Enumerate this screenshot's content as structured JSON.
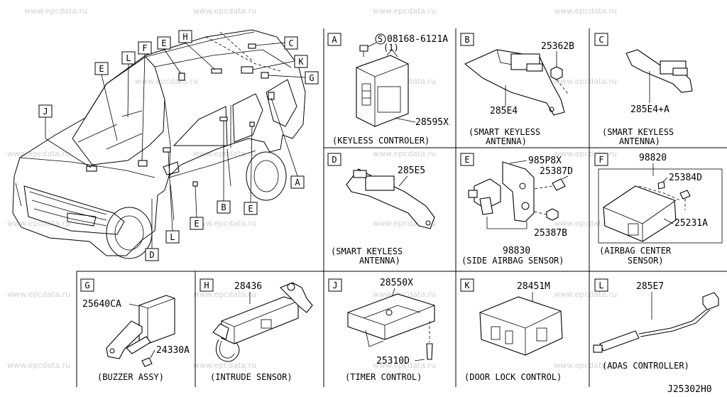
{
  "watermark": "www.epcdata.ru",
  "diagram_code": "J25302H0",
  "overview_callouts": [
    "E",
    "L",
    "F",
    "E",
    "H",
    "C",
    "K",
    "G",
    "J",
    "A",
    "B",
    "E",
    "E",
    "L",
    "D"
  ],
  "panels": [
    {
      "letter": "A",
      "caption": "(KEYLESS CONTROLER)",
      "parts": [
        {
          "label": "S",
          "no": "08168-6121A"
        },
        {
          "label": "qty",
          "no": "(1)"
        },
        {
          "label": "part",
          "no": "28595X"
        }
      ]
    },
    {
      "letter": "B",
      "caption_lines": [
        "(SMART KEYLESS",
        "ANTENNA)"
      ],
      "parts": [
        {
          "no": "25362B"
        },
        {
          "no": "285E4"
        }
      ]
    },
    {
      "letter": "C",
      "caption_lines": [
        "(SMART KEYLESS",
        "ANTENNA)"
      ],
      "parts": [
        {
          "no": "285E4+A"
        }
      ]
    },
    {
      "letter": "D",
      "caption_lines": [
        "(SMART KEYLESS",
        "ANTENNA)"
      ],
      "parts": [
        {
          "no": "285E5"
        }
      ]
    },
    {
      "letter": "E",
      "caption": "(SIDE AIRBAG SENSOR)",
      "parts": [
        {
          "no": "985P8X"
        },
        {
          "no": "25387D"
        },
        {
          "no": "25387B"
        },
        {
          "no": "98830"
        }
      ]
    },
    {
      "letter": "F",
      "caption_lines": [
        "(AIRBAG CENTER",
        "SENSOR)"
      ],
      "parts": [
        {
          "no": "98820"
        },
        {
          "no": "25384D"
        },
        {
          "no": "25231A"
        }
      ]
    },
    {
      "letter": "G",
      "caption": "(BUZZER ASSY)",
      "parts": [
        {
          "no": "25640CA"
        },
        {
          "no": "24330A"
        }
      ]
    },
    {
      "letter": "H",
      "caption": "(INTRUDE SENSOR)",
      "parts": [
        {
          "no": "28436"
        }
      ]
    },
    {
      "letter": "J",
      "caption": "(TIMER CONTROL)",
      "parts": [
        {
          "no": "28550X"
        },
        {
          "no": "25310D"
        }
      ]
    },
    {
      "letter": "K",
      "caption": "(DOOR LOCK CONTROL)",
      "parts": [
        {
          "no": "28451M"
        }
      ]
    },
    {
      "letter": "L",
      "caption": "(ADAS CONTROLLER)",
      "parts": [
        {
          "no": "285E7"
        }
      ]
    }
  ]
}
